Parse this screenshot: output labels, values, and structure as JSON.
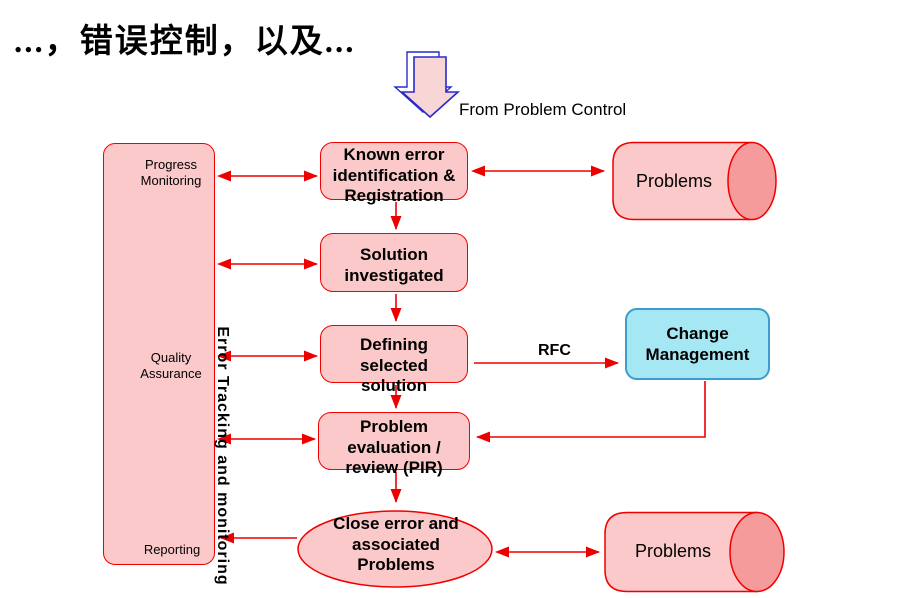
{
  "slide": {
    "title": "...，错误控制，以及...",
    "from_control_label": "From Problem Control"
  },
  "icons": {
    "flow_entry": "3d-down-arrow"
  },
  "sidebar": {
    "title": "Error Tracking and monitoring",
    "annotations": [
      "Progress Monitoring",
      "Quality Assurance",
      "Reporting"
    ]
  },
  "process": {
    "steps": [
      "Known error\nidentification &\nRegistration",
      "Solution\ninvestigated",
      "Defining\nselected\nsolution",
      "Problem\nevaluation /\nreview (PIR)"
    ],
    "terminator": "Close error and\nassociated\nProblems"
  },
  "datastores": [
    "Problems",
    "Problems"
  ],
  "external": {
    "change_management": "Change\nManagement"
  },
  "edges": {
    "rfc_label": "RFC"
  },
  "colors": {
    "shape_fill": "#fbc9c9",
    "shape_border": "#f20000",
    "cylinder_cap": "#f59b9b",
    "connector": "#ee0000",
    "change_fill": "#a5e7f2",
    "change_border": "#3d9bce",
    "big_arrow_stroke": "#2a2acc",
    "big_arrow_fill": "#f9d6d6",
    "text": "#000000"
  }
}
